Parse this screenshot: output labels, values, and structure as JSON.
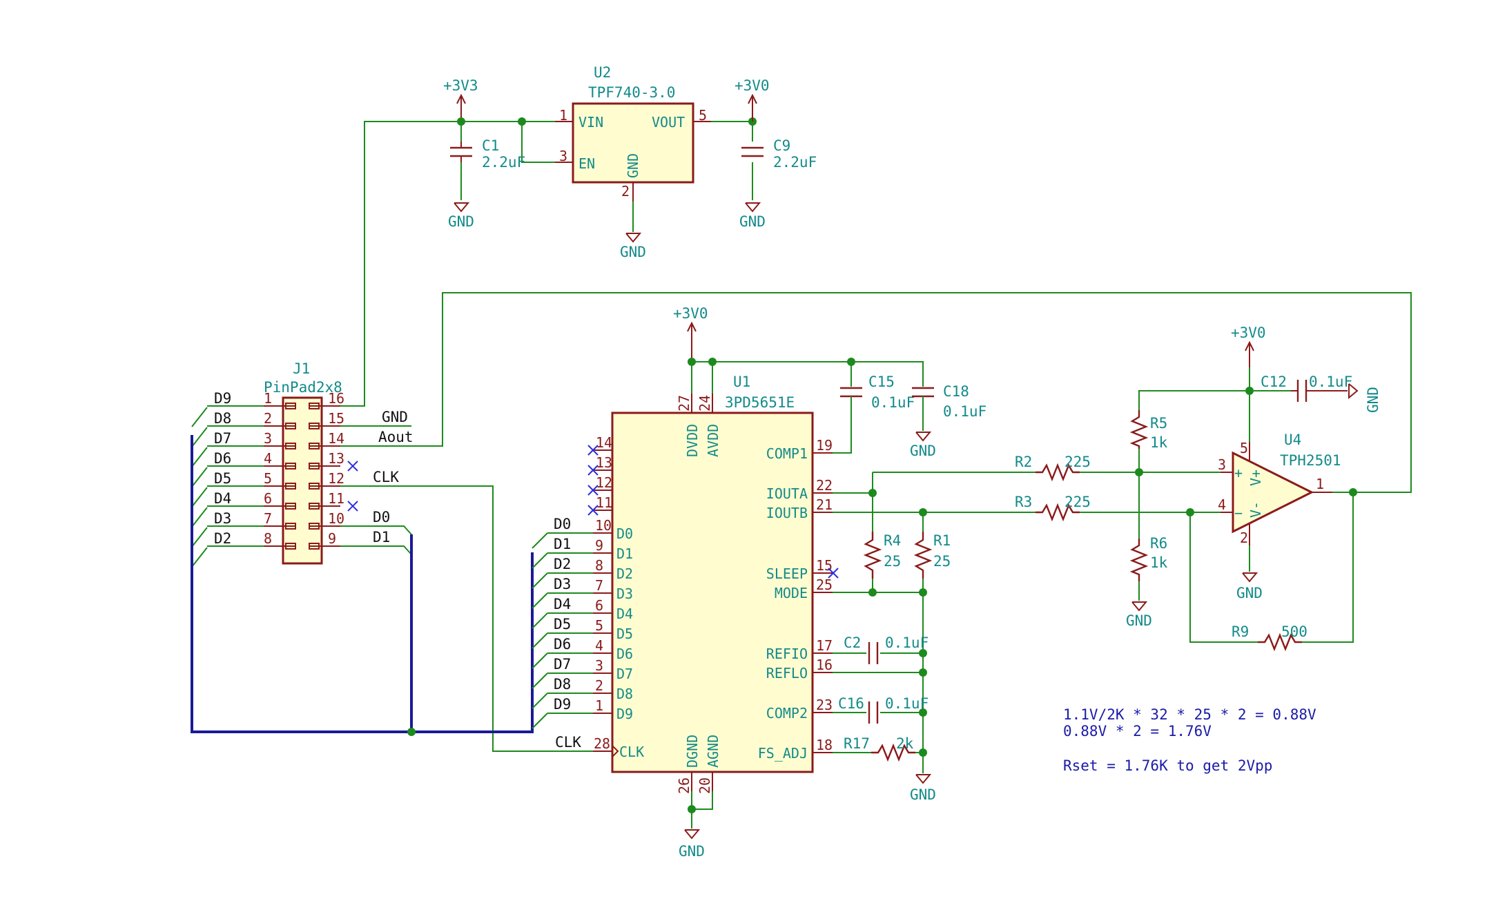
{
  "power": {
    "p3v3": "+3V3",
    "p3v0": "+3V0",
    "gnd": "GND"
  },
  "u2": {
    "ref": "U2",
    "value": "TPF740-3.0",
    "pins": {
      "vin": "VIN",
      "en": "EN",
      "vout": "VOUT",
      "gnd": "GND",
      "n1": "1",
      "n3": "3",
      "n5": "5",
      "n2": "2"
    }
  },
  "c1": {
    "ref": "C1",
    "value": "2.2uF"
  },
  "c9": {
    "ref": "C9",
    "value": "2.2uF"
  },
  "j1": {
    "ref": "J1",
    "value": "PinPad2x8",
    "left_pins": [
      "1",
      "2",
      "3",
      "4",
      "5",
      "6",
      "7",
      "8"
    ],
    "left_labels": [
      "D9",
      "D8",
      "D7",
      "D6",
      "D5",
      "D4",
      "D3",
      "D2"
    ],
    "right_pins": [
      "16",
      "15",
      "14",
      "13",
      "12",
      "11",
      "10",
      "9"
    ],
    "right_labels": [
      "",
      "GND",
      "Aout",
      "",
      "CLK",
      "",
      "D0",
      "D1"
    ]
  },
  "u1": {
    "ref": "U1",
    "value": "3PD5651E",
    "top_pins": [
      {
        "num": "27",
        "name": "DVDD"
      },
      {
        "num": "24",
        "name": "AVDD"
      }
    ],
    "bottom_pins": [
      {
        "num": "26",
        "name": "DGND"
      },
      {
        "num": "20",
        "name": "AGND"
      }
    ],
    "nc_pins": [
      "14",
      "13",
      "12",
      "11"
    ],
    "data_pins": [
      {
        "num": "10",
        "name": "D0",
        "label": "D0"
      },
      {
        "num": "9",
        "name": "D1",
        "label": "D1"
      },
      {
        "num": "8",
        "name": "D2",
        "label": "D2"
      },
      {
        "num": "7",
        "name": "D3",
        "label": "D3"
      },
      {
        "num": "6",
        "name": "D4",
        "label": "D4"
      },
      {
        "num": "5",
        "name": "D5",
        "label": "D5"
      },
      {
        "num": "4",
        "name": "D6",
        "label": "D6"
      },
      {
        "num": "3",
        "name": "D7",
        "label": "D7"
      },
      {
        "num": "2",
        "name": "D8",
        "label": "D8"
      },
      {
        "num": "1",
        "name": "D9",
        "label": "D9"
      }
    ],
    "clk": {
      "num": "28",
      "name": "CLK",
      "label": "CLK"
    },
    "right_pins": [
      {
        "num": "19",
        "name": "COMP1"
      },
      {
        "num": "22",
        "name": "IOUTA"
      },
      {
        "num": "21",
        "name": "IOUTB"
      },
      {
        "num": "15",
        "name": "SLEEP"
      },
      {
        "num": "25",
        "name": "MODE"
      },
      {
        "num": "17",
        "name": "REFIO"
      },
      {
        "num": "16",
        "name": "REFLO"
      },
      {
        "num": "23",
        "name": "COMP2"
      },
      {
        "num": "18",
        "name": "FS_ADJ"
      }
    ]
  },
  "c15": {
    "ref": "C15",
    "value": "0.1uF"
  },
  "c18": {
    "ref": "C18",
    "value": "0.1uF"
  },
  "c2": {
    "ref": "C2",
    "value": "0.1uF"
  },
  "c16": {
    "ref": "C16",
    "value": "0.1uF"
  },
  "r17": {
    "ref": "R17",
    "value": "2k"
  },
  "r4": {
    "ref": "R4",
    "value": "25"
  },
  "r1": {
    "ref": "R1",
    "value": "25"
  },
  "r2": {
    "ref": "R2",
    "value": "225"
  },
  "r3": {
    "ref": "R3",
    "value": "225"
  },
  "r5": {
    "ref": "R5",
    "value": "1k"
  },
  "r6": {
    "ref": "R6",
    "value": "1k"
  },
  "r9": {
    "ref": "R9",
    "value": "500"
  },
  "c12": {
    "ref": "C12",
    "value": "0.1uF"
  },
  "u4": {
    "ref": "U4",
    "value": "TPH2501",
    "pins": {
      "n3": "3",
      "n4": "4",
      "n5": "5",
      "n2": "2",
      "n1": "1",
      "vp": "V+",
      "vm": "V-",
      "plus": "+",
      "minus": "−"
    }
  },
  "notes": [
    "1.1V/2K * 32 * 25 * 2 = 0.88V",
    "0.88V * 2 = 1.76V",
    "Rset = 1.76K to get 2Vpp"
  ]
}
